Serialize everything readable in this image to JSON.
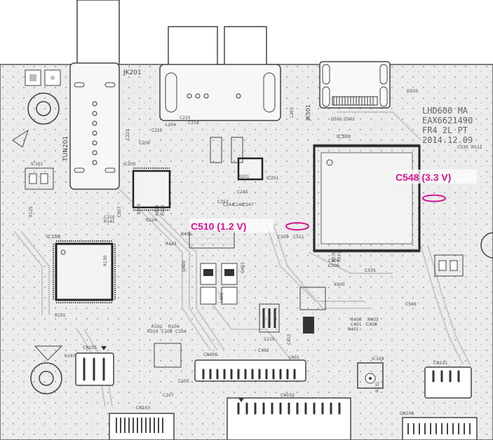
{
  "board": {
    "connectors": {
      "jk201": "JK201",
      "jk501": "JK501",
      "tun201": "TUN201",
      "cn406": "CN406",
      "cn103": "CN103",
      "cn102": "CN102",
      "cn101": "CN101",
      "cn105": "CN105",
      "cn106": "CN106"
    },
    "chips": {
      "ic500": "IC500",
      "ic101": "IC101",
      "ic109": "IC109",
      "ic108": "IC108",
      "ic201": "IC201",
      "ic200": "IC200"
    },
    "silkscreen": [
      "LHD600 MA",
      "EAX6621490",
      "FR4 2L PT",
      "2014.12.09"
    ],
    "components": [
      "R400",
      "R403",
      "R401",
      "C401",
      "C408",
      "C566",
      "C535",
      "C509",
      "C521",
      "C245",
      "C253",
      "C225",
      "C214",
      "L204",
      "L203",
      "L401",
      "L485",
      "R405",
      "R443",
      "R102",
      "R104",
      "R103",
      "C108",
      "C104",
      "C105",
      "C107",
      "C110",
      "C402",
      "C412",
      "Q401",
      "Q400",
      "R197",
      "R155",
      "C210",
      "R141",
      "R125",
      "R130",
      "R131",
      "C530",
      "R512",
      "D501",
      "D502",
      "D503",
      "R201",
      "C244",
      "C246",
      "C247",
      "R223",
      "R222",
      "C209",
      "C223",
      "X500",
      "R570",
      "R571",
      "C505",
      "C506",
      "C207",
      "R205",
      "C221",
      "R224"
    ],
    "annotations": {
      "c548": "C548 (3.3 V)",
      "c510": "C510 (1.2 V)"
    },
    "colors": {
      "annotation": "#d6108f",
      "trace": "#c8c8c8",
      "board": "#ececec"
    }
  }
}
